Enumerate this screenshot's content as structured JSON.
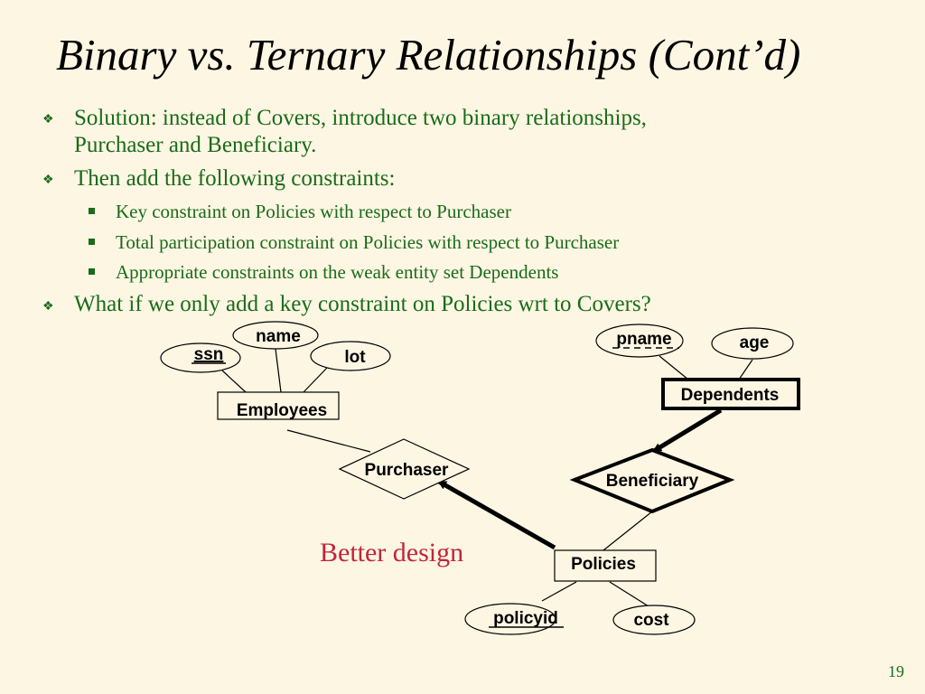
{
  "title": "Binary vs. Ternary Relationships (Cont’d)",
  "bullets": [
    {
      "line1": "Solution: instead of Covers, introduce two binary relationships,",
      "line2": "Purchaser and Beneficiary."
    },
    {
      "line1": "Then add the following constraints:"
    },
    {
      "line1": "What if we only add a key constraint on Policies wrt to Covers?"
    }
  ],
  "subbullets": [
    "Key constraint on Policies with respect to Purchaser",
    "Total participation constraint on Policies with respect to Purchaser",
    "Appropriate constraints on the weak entity set Dependents"
  ],
  "diagram": {
    "entities": {
      "employees": "Employees",
      "dependents": "Dependents",
      "policies": "Policies"
    },
    "relationships": {
      "purchaser": "Purchaser",
      "beneficiary": "Beneficiary"
    },
    "attributes": {
      "ssn": "ssn",
      "name": "name",
      "lot": "lot",
      "pname": "pname",
      "age": "age",
      "policyid": "policyid",
      "cost": "cost"
    },
    "note": "Better design"
  },
  "page_number": "19",
  "colors": {
    "bullet_text": "#1a6b1a",
    "note": "#c0263a",
    "background": "#fdf6e3"
  }
}
